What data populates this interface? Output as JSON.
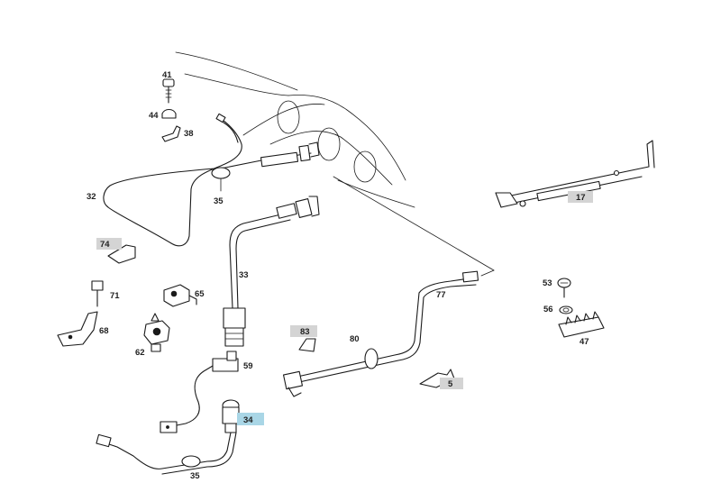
{
  "diagram": {
    "labels": {
      "p41": "41",
      "p44": "44",
      "p38": "38",
      "p32": "32",
      "p35a": "35",
      "p17": "17",
      "p74": "74",
      "p33": "33",
      "p71": "71",
      "p65": "65",
      "p68": "68",
      "p62": "62",
      "p83": "83",
      "p80": "80",
      "p77": "77",
      "p53": "53",
      "p56": "56",
      "p47": "47",
      "p59": "59",
      "p5": "5",
      "p34": "34",
      "p35b": "35"
    },
    "highlight_colors": {
      "grey": "#d4d4d4",
      "blue": "#a9d6e6"
    }
  }
}
